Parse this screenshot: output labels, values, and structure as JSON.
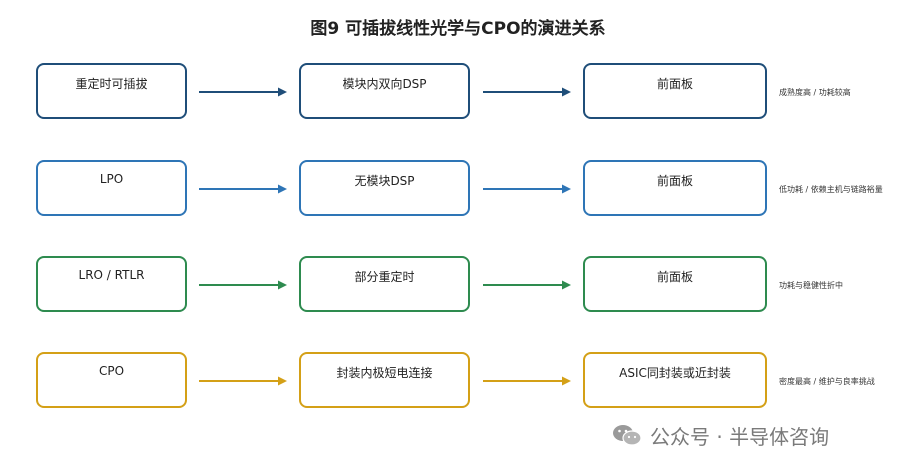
{
  "title": "图9  可插拔线性光学与CPO的演进关系",
  "rows": [
    {
      "color": "#1f4e79",
      "stage1": "重定时可插拔",
      "stage2": "模块内双向DSP",
      "stage3": "前面板",
      "note": "成熟度高 / 功耗较高"
    },
    {
      "color": "#2e75b6",
      "stage1": "LPO",
      "stage2": "无模块DSP",
      "stage3": "前面板",
      "note": "低功耗 / 依赖主机与链路裕量"
    },
    {
      "color": "#2e8b4f",
      "stage1": "LRO / RTLR",
      "stage2": "部分重定时",
      "stage3": "前面板",
      "note": "功耗与稳健性折中"
    },
    {
      "color": "#d4a017",
      "stage1": "CPO",
      "stage2": "封装内极短电连接",
      "stage3": "ASIC同封装或近封装",
      "note": "密度最高 / 维护与良率挑战"
    }
  ],
  "footer": {
    "text": "公众号 · 半导体咨询",
    "icon": "wechat-icon"
  }
}
